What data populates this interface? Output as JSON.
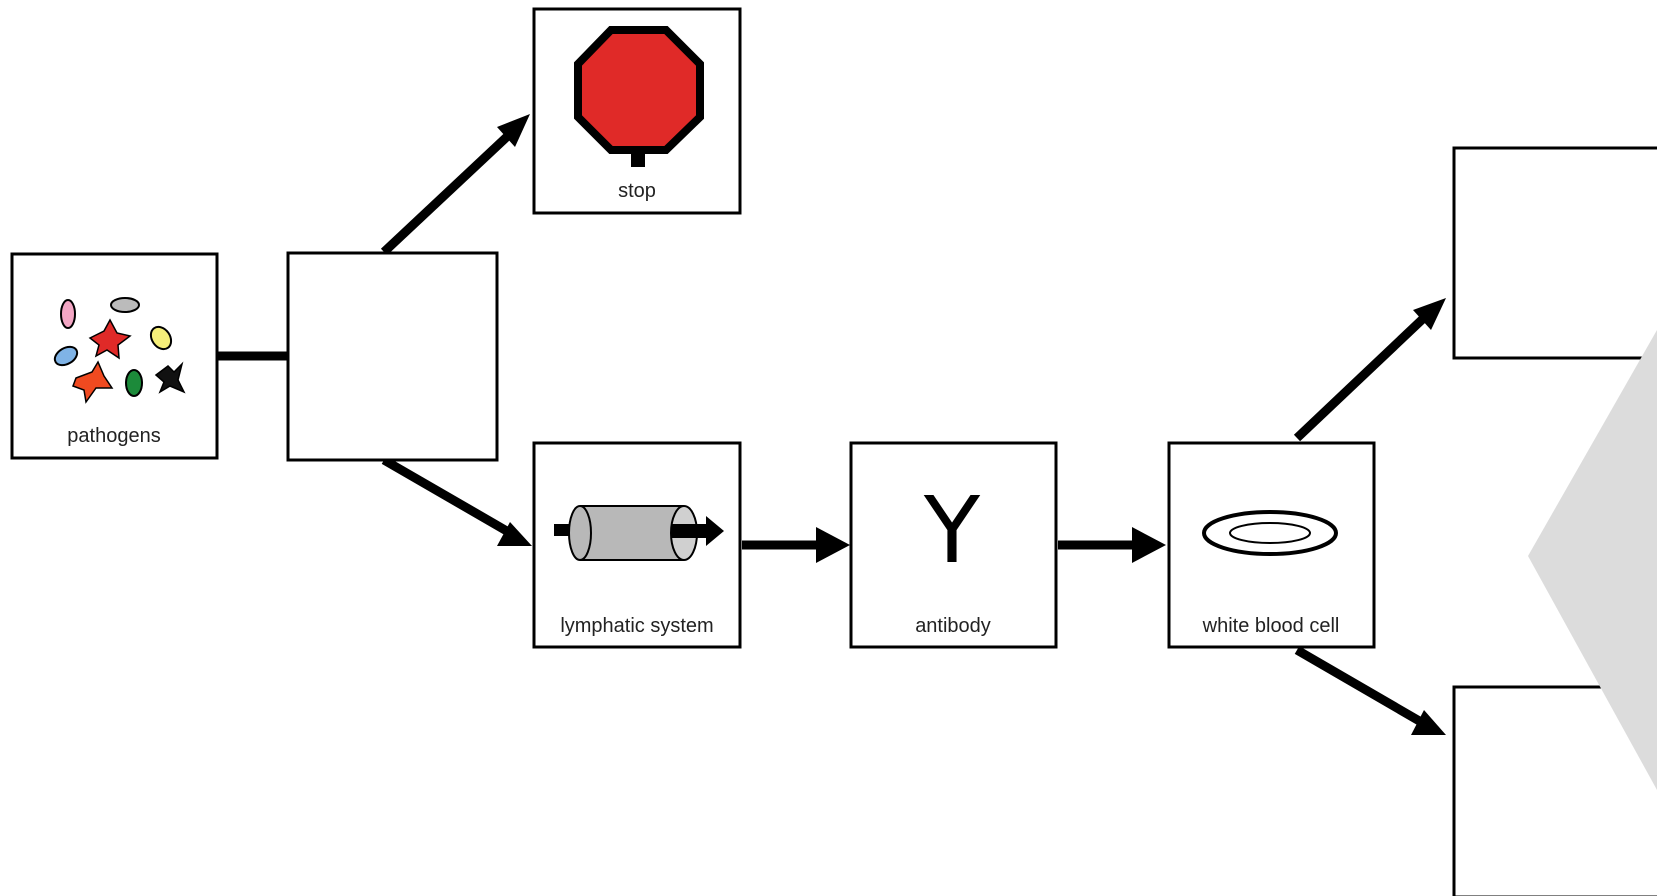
{
  "nodes": {
    "pathogens": {
      "label": "pathogens",
      "icon": "pathogens-icon"
    },
    "blank_center": {
      "label": ""
    },
    "stop": {
      "label": "stop",
      "icon": "stop-sign-icon"
    },
    "lymphatic": {
      "label": "lymphatic system",
      "icon": "lymph-vessel-icon"
    },
    "antibody": {
      "label": "antibody",
      "icon": "antibody-icon",
      "symbol": "Y"
    },
    "white_blood_cell": {
      "label": "white blood cell",
      "icon": "white-blood-cell-icon"
    },
    "blank_right_top": {
      "label": ""
    },
    "blank_right_bottom": {
      "label": ""
    }
  },
  "edges": [
    [
      "pathogens",
      "blank_center"
    ],
    [
      "blank_center",
      "stop"
    ],
    [
      "blank_center",
      "lymphatic"
    ],
    [
      "lymphatic",
      "antibody"
    ],
    [
      "antibody",
      "white_blood_cell"
    ],
    [
      "white_blood_cell",
      "blank_right_top"
    ],
    [
      "white_blood_cell",
      "blank_right_bottom"
    ]
  ],
  "colors": {
    "stop_red": "#e02a28",
    "vessel_gray": "#b8b8b8",
    "overlay_gray": "#dcdcdc",
    "stroke": "#000000"
  }
}
